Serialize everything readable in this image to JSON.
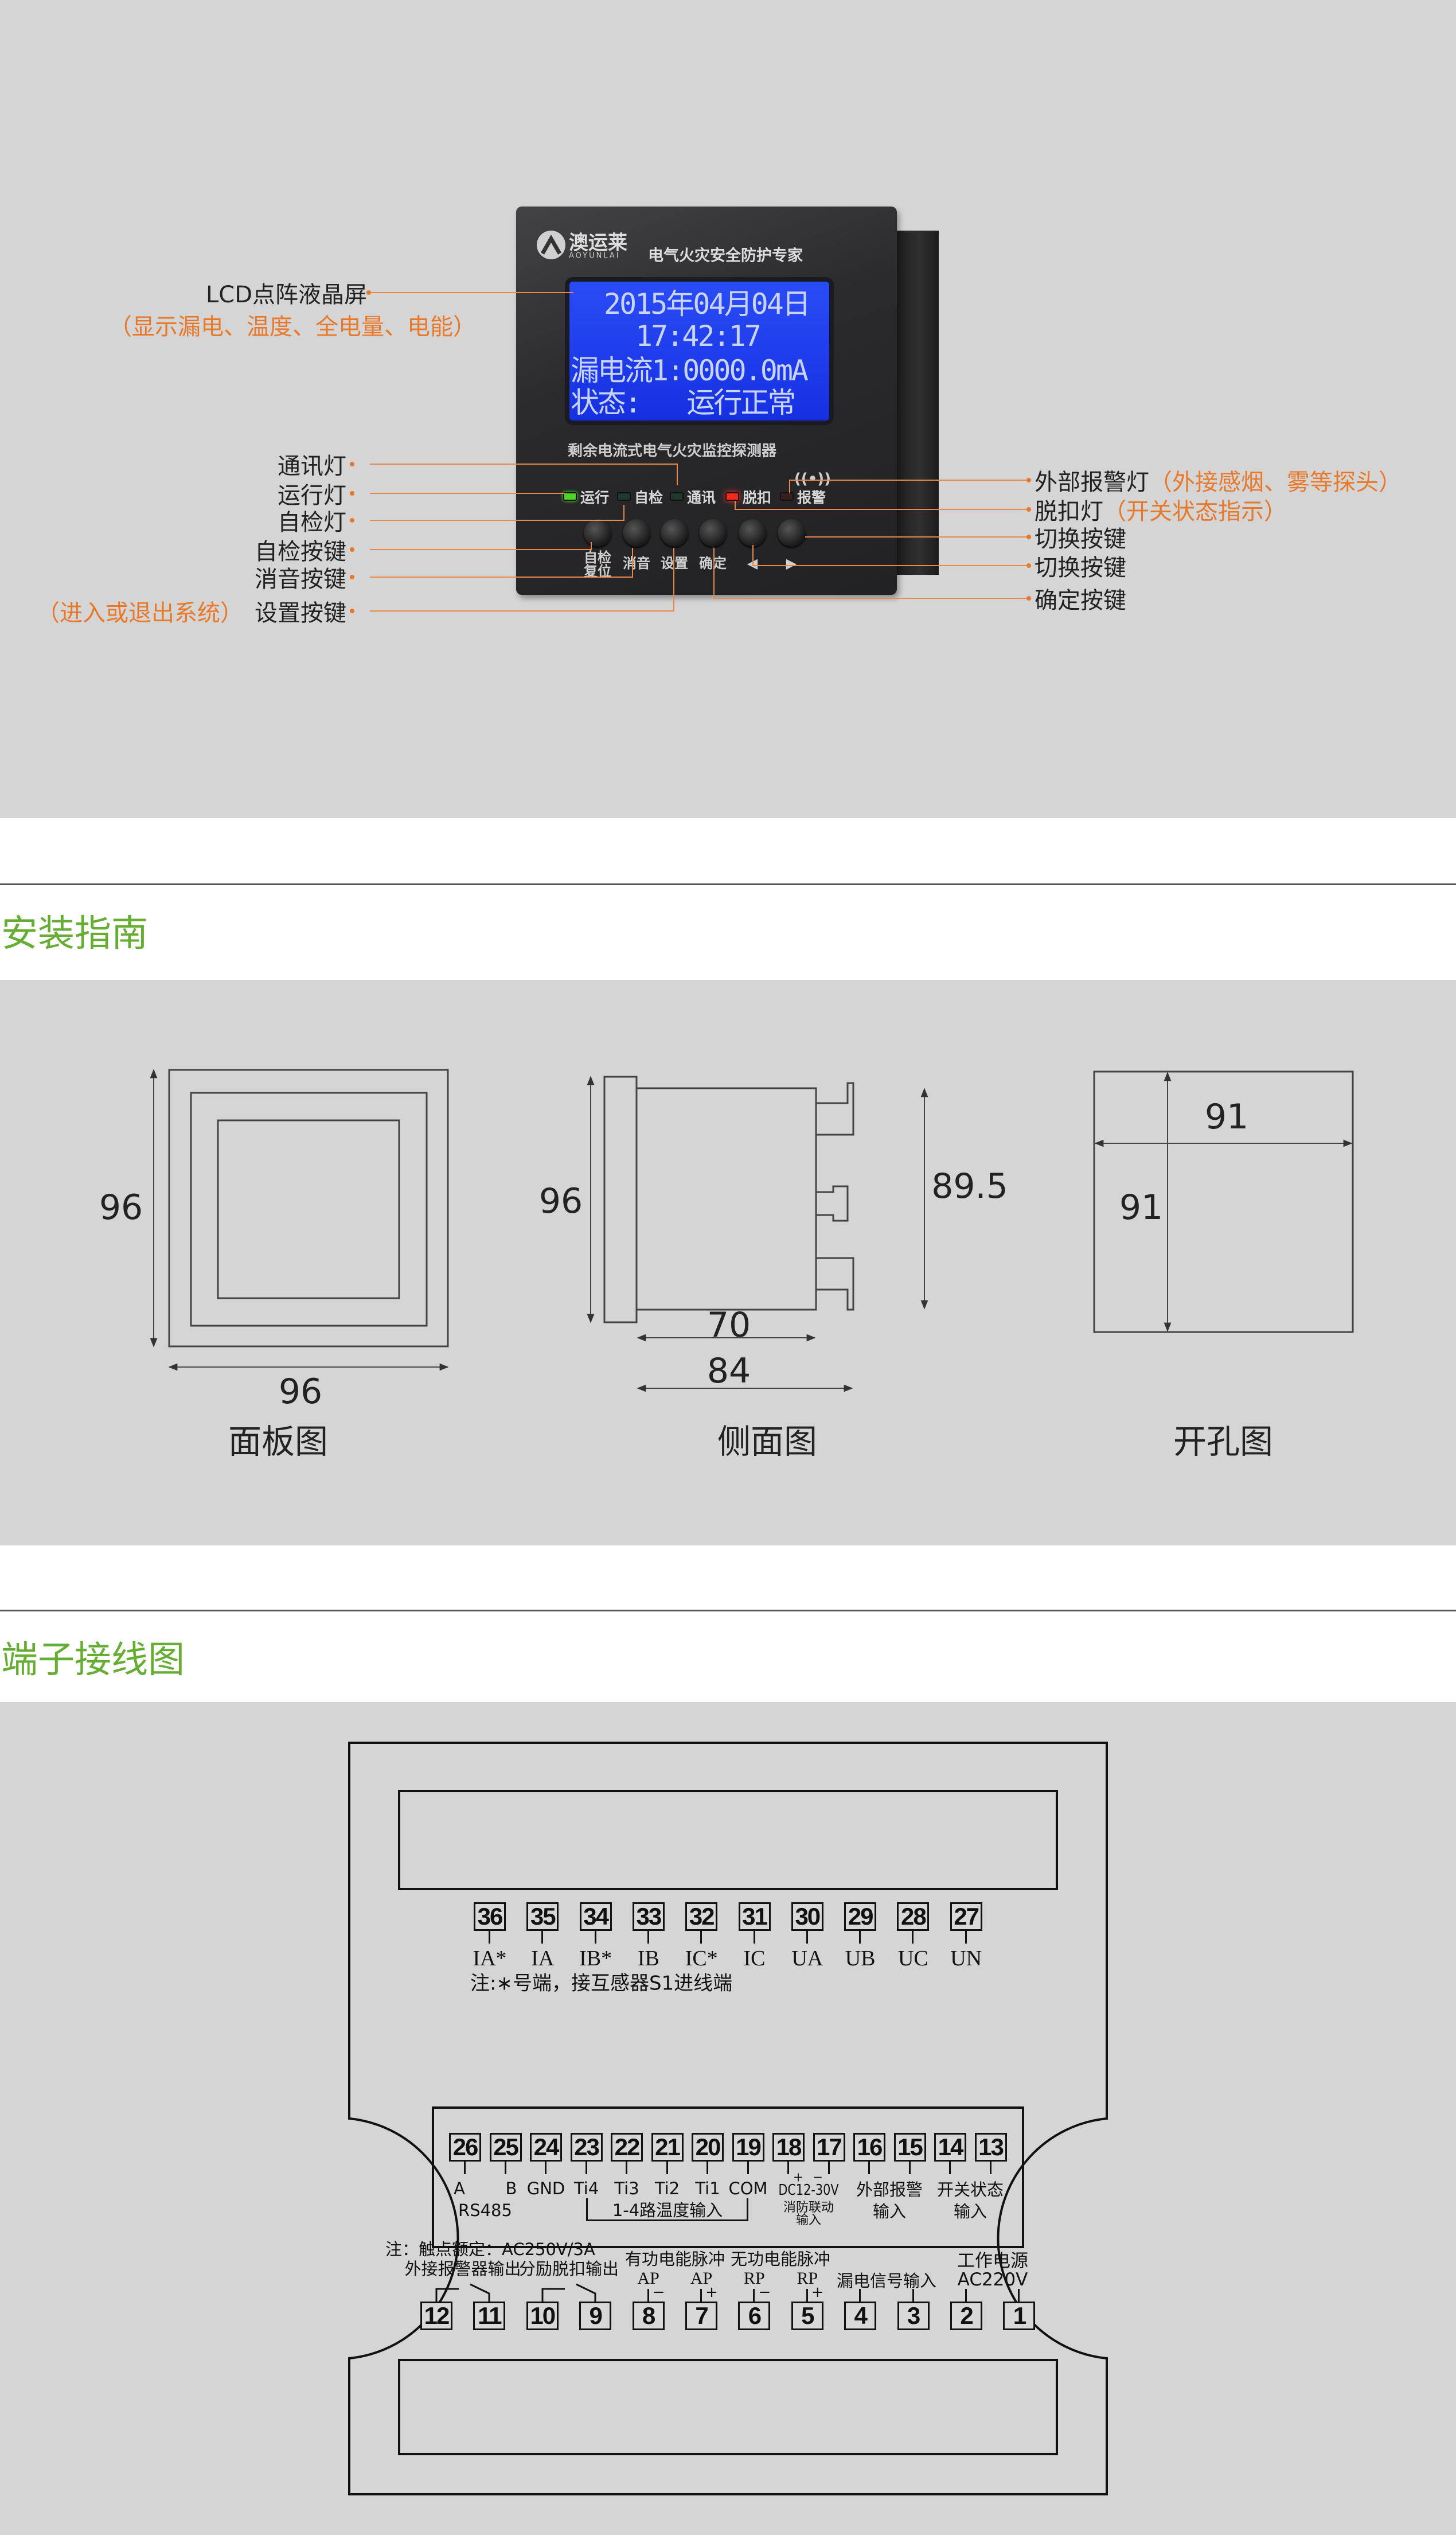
{
  "device": {
    "brand": "澳运莱",
    "brand_en": "AOYUNLAI",
    "slogan": "电气火灾安全防护专家",
    "screen_lines": [
      "2015年04月04日",
      "17:42:17",
      "漏电流1:0000.0mA",
      "状态:   运行正常"
    ],
    "model": "剩余电流式电气火灾监控探测器",
    "leds": [
      {
        "label": "运行",
        "color": "#4fd423"
      },
      {
        "label": "自检",
        "color": "#1d3a2a"
      },
      {
        "label": "通讯",
        "color": "#1d3a2a"
      },
      {
        "label": "脱扣",
        "color": "#ff2a1a"
      },
      {
        "label": "报警",
        "color": "#3a1d1d"
      }
    ],
    "buttons": [
      [
        "自检",
        "复位"
      ],
      [
        "消音"
      ],
      [
        "设置"
      ],
      [
        "确定"
      ],
      [
        "◀"
      ],
      [
        "▶"
      ]
    ],
    "alarm_icon": "((•))"
  },
  "callouts": {
    "lcd": {
      "label": "LCD点阵液晶屏",
      "note": "（显示漏电、温度、全电量、电能）"
    },
    "left": [
      "通讯灯",
      "运行灯",
      "自检灯",
      "自检按键",
      "消音按键"
    ],
    "setting": {
      "note": "（进入或退出系统）",
      "label": "设置按键"
    },
    "right": [
      {
        "label": "外部报警灯",
        "note": "（外接感烟、雾等探头）"
      },
      {
        "label": "脱扣灯",
        "note": "（开关状态指示）"
      },
      {
        "label": "切换按键"
      },
      {
        "label": "切换按键"
      },
      {
        "label": "确定按键"
      }
    ]
  },
  "sections": {
    "install": "安装指南",
    "wiring": "端子接线图"
  },
  "dimensions": {
    "panel": {
      "height": "96",
      "width": "96",
      "caption": "面板图"
    },
    "side": {
      "height": "96",
      "inner_height": "89.5",
      "depth1": "70",
      "depth2": "84",
      "caption": "侧面图"
    },
    "cutout": {
      "width": "91",
      "height": "91",
      "caption": "开孔图"
    }
  },
  "terminals": {
    "row1": {
      "numbers": [
        "36",
        "35",
        "34",
        "33",
        "32",
        "31",
        "30",
        "29",
        "28",
        "27"
      ],
      "labels": [
        "IA*",
        "IA",
        "IB*",
        "IB",
        "IC*",
        "IC",
        "UA",
        "UB",
        "UC",
        "UN"
      ],
      "note": "注:∗号端，接互感器S1进线端"
    },
    "row2": {
      "numbers": [
        "26",
        "25",
        "24",
        "23",
        "22",
        "21",
        "20",
        "19",
        "18",
        "17",
        "16",
        "15",
        "14",
        "13"
      ],
      "labels": [
        "A",
        "B",
        "GND",
        "Ti4",
        "Ti3",
        "Ti2",
        "Ti1",
        "COM"
      ],
      "plus": "+",
      "minus": "−",
      "dc": "DC12-30V",
      "fire": "消防联动",
      "fire_in": "输入",
      "ext_alarm": "外部报警",
      "ext_in": "输入",
      "switch": "开关状态",
      "switch_in": "输入",
      "rs485": "RS485",
      "temp": "1-4路温度输入"
    },
    "row3": {
      "numbers": [
        "12",
        "11",
        "10",
        "9",
        "8",
        "7",
        "6",
        "5",
        "4",
        "3",
        "2",
        "1"
      ],
      "note": "注：触点额定：AC250V/3A",
      "alarm_out": "外接报警器输出",
      "trip_out": "分励脱扣输出",
      "active": "有功电能脉冲",
      "reactive": "无功电能脉冲",
      "pulse_labels": [
        "AP",
        "AP",
        "RP",
        "RP"
      ],
      "signs": [
        "−",
        "+",
        "−",
        "+"
      ],
      "leak": "漏电信号输入",
      "power": "工作电源",
      "power_v": "AC220V"
    }
  }
}
